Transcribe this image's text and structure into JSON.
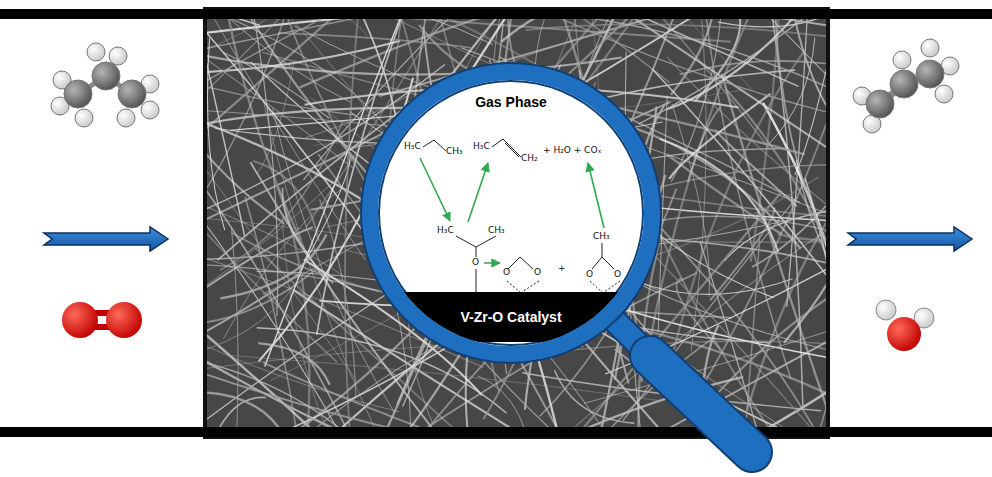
{
  "diagram": {
    "nodes": [
      {
        "text": [
          "Gas Phase"
        ]
      },
      {
        "text": [
          "V-Zr-O Catalyst"
        ],
        "in": 0
      }
    ],
    "labels": [
      "H₃C",
      "CH₃",
      "H₃C",
      "CH₂",
      "+ H₂O + COₓ",
      "H₃C",
      "CH₃",
      "O",
      "O",
      "O",
      "+",
      "CH₃",
      "O",
      "O"
    ]
  }
}
